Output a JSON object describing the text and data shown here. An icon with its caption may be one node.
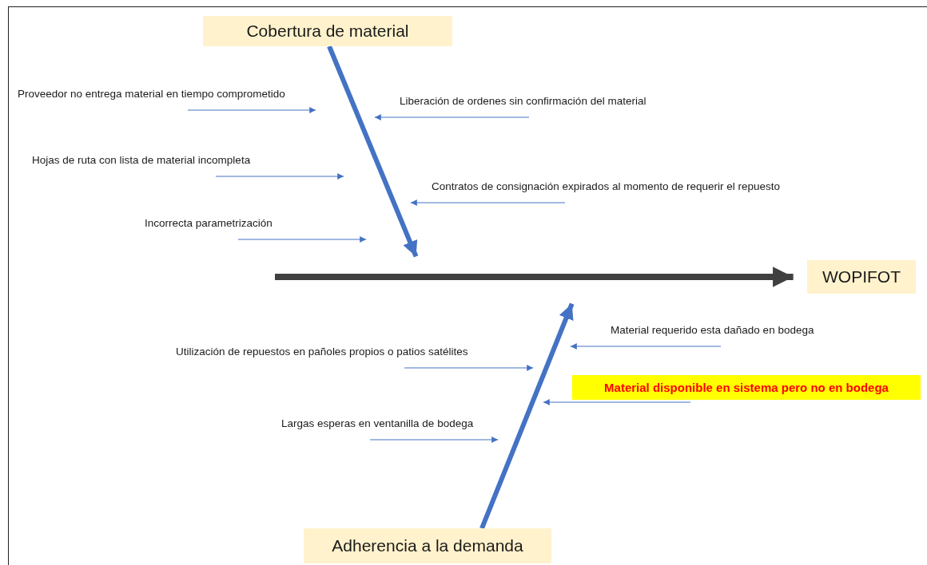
{
  "diagram": {
    "nodes": [
      {
        "text": [
          "Cobertura de material"
        ]
      },
      {
        "text": [
          "WOPIFOT"
        ]
      },
      {
        "text": [
          "Adherencia a la demanda"
        ]
      },
      {
        "text": [
          "Proveedor no entrega material en tiempo comprometido"
        ]
      },
      {
        "text": [
          "Liberación de ordenes sin confirmación del material"
        ]
      },
      {
        "text": [
          "Hojas de ruta con lista de material incompleta"
        ]
      },
      {
        "text": [
          "Contratos de consignación expirados al momento de requerir el repuesto"
        ]
      },
      {
        "text": [
          "Incorrecta parametrización"
        ]
      },
      {
        "text": [
          "Utilización de repuestos en pañoles propios o patios satélites"
        ]
      },
      {
        "text": [
          "Material requerido esta dañado en bodega"
        ]
      },
      {
        "text": [
          "Material disponible en sistema pero no en bodega"
        ]
      },
      {
        "text": [
          "Largas esperas en ventanilla de bodega"
        ]
      }
    ],
    "edges": [
      {
        "from": 0,
        "to": null,
        "arrow": "to",
        "style": "thick"
      },
      {
        "from": 2,
        "to": null,
        "arrow": "to",
        "style": "thick"
      },
      {
        "from": null,
        "to": 1,
        "arrow": "to",
        "style": "thick",
        "color": "#404040"
      },
      {
        "from": 3,
        "to": null,
        "arrow": "to"
      },
      {
        "from": 4,
        "to": null,
        "arrow": "to"
      },
      {
        "from": 5,
        "to": null,
        "arrow": "to"
      },
      {
        "from": 6,
        "to": null,
        "arrow": "to"
      },
      {
        "from": 7,
        "to": null,
        "arrow": "to"
      },
      {
        "from": 8,
        "to": null,
        "arrow": "to"
      },
      {
        "from": 9,
        "to": null,
        "arrow": "to"
      },
      {
        "from": 10,
        "to": null,
        "arrow": "to"
      },
      {
        "from": 11,
        "to": null,
        "arrow": "to"
      }
    ]
  }
}
